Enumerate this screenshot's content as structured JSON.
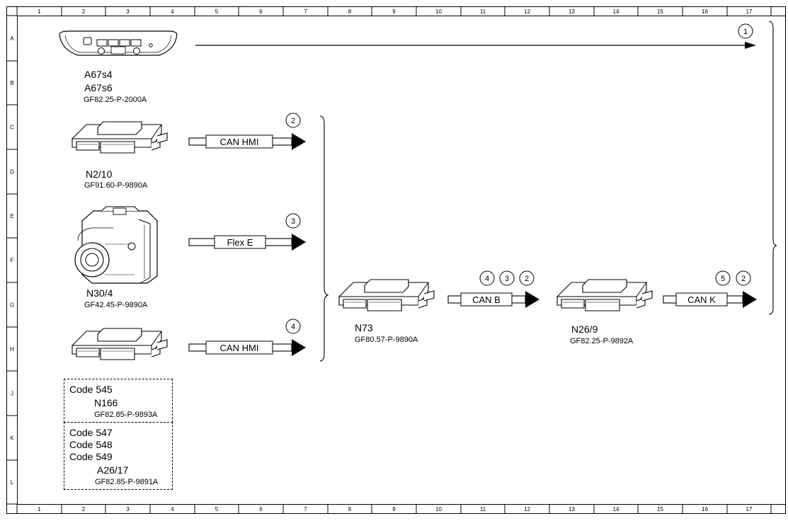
{
  "grid": {
    "columns": [
      "1",
      "2",
      "3",
      "4",
      "5",
      "6",
      "7",
      "8",
      "9",
      "10",
      "11",
      "12",
      "13",
      "14",
      "15",
      "16",
      "17"
    ],
    "rows": [
      "A",
      "B",
      "C",
      "D",
      "E",
      "F",
      "G",
      "H",
      "J",
      "K",
      "L"
    ]
  },
  "modules": {
    "a67": {
      "label1": "A67s4",
      "label2": "A67s6",
      "ref": "GF82.25-P-2000A"
    },
    "n2_10": {
      "label": "N2/10",
      "ref": "GF91.60-P-9890A"
    },
    "n30_4": {
      "label": "N30/4",
      "ref": "GF42.45-P-9890A"
    },
    "n73": {
      "label": "N73",
      "ref": "GF80.57-P-9890A"
    },
    "n26_9": {
      "label": "N26/9",
      "ref": "GF82.25-P-9892A"
    }
  },
  "bus_arrows": {
    "can_hmi_top": {
      "label": "CAN HMI",
      "circles": [
        "2"
      ]
    },
    "flex_e": {
      "label": "Flex E",
      "circles": [
        "3"
      ]
    },
    "can_hmi_bottom": {
      "label": "CAN HMI",
      "circles": [
        "4"
      ]
    },
    "can_b": {
      "label": "CAN B",
      "circles": [
        "4",
        "3",
        "2"
      ]
    },
    "can_k": {
      "label": "CAN K",
      "circles": [
        "5",
        "2"
      ]
    },
    "top_line": {
      "circles": [
        "1"
      ]
    }
  },
  "code_boxes": {
    "box1": {
      "code1": "Code 545",
      "label": "N166",
      "ref": "GF82.85-P-9893A"
    },
    "box2": {
      "code1": "Code 547",
      "code2": "Code 548",
      "code3": "Code 549",
      "label": "A26/17",
      "ref": "GF82.85-P-9891A"
    }
  }
}
